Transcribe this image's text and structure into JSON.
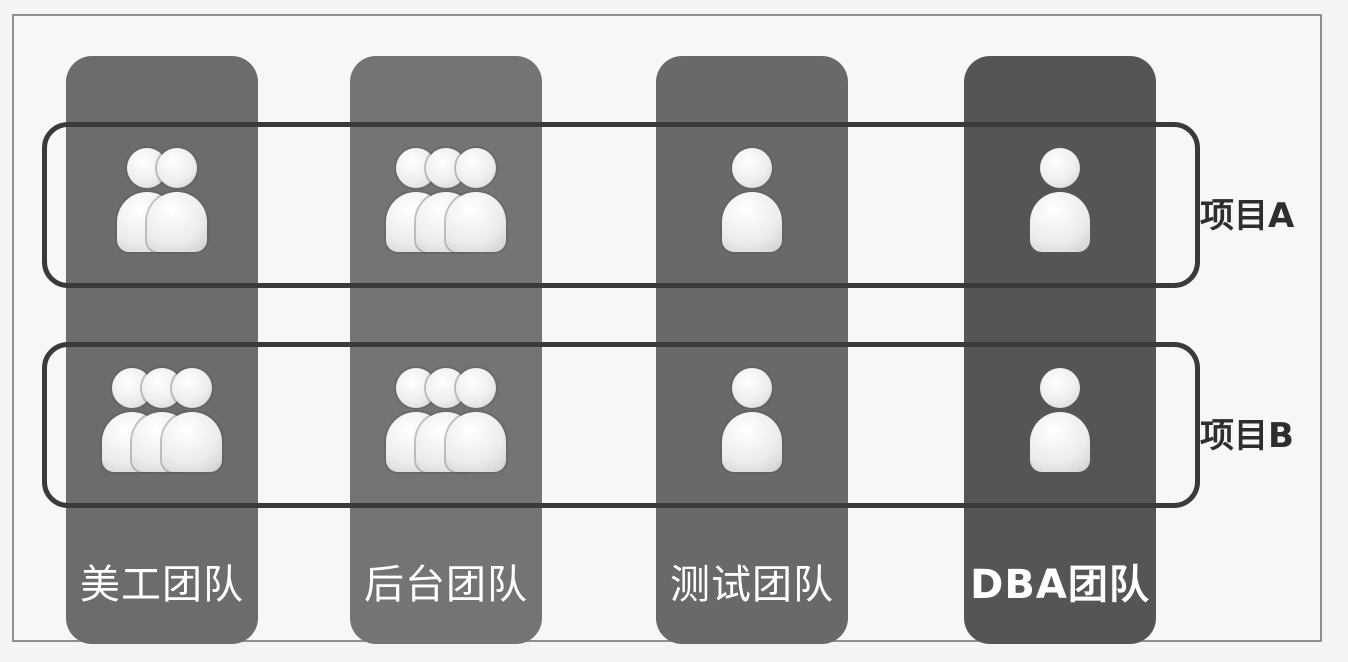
{
  "teams": [
    {
      "name": "美工团队",
      "color": "#6c6c6c",
      "counts": {
        "project_a": 2,
        "project_b": 3
      }
    },
    {
      "name": "后台团队",
      "color": "#747474",
      "counts": {
        "project_a": 3,
        "project_b": 3
      }
    },
    {
      "name": "测试团队",
      "color": "#696969",
      "counts": {
        "project_a": 1,
        "project_b": 1
      }
    },
    {
      "name": "DBA团队",
      "color": "#555555",
      "counts": {
        "project_a": 1,
        "project_b": 1
      }
    }
  ],
  "projects": [
    {
      "key": "project_a",
      "label": "项目A"
    },
    {
      "key": "project_b",
      "label": "项目B"
    }
  ],
  "icons": {
    "member": "person-icon"
  },
  "colors": {
    "ring": "#3a3a3a",
    "background": "#f7f7f5",
    "label_text": "#ffffff",
    "project_text": "#2e2e2e"
  }
}
